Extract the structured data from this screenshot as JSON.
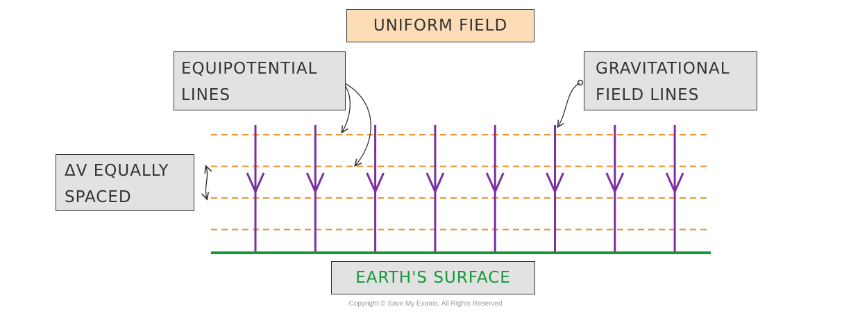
{
  "title": "UNIFORM FIELD",
  "labels": {
    "equipotential": [
      "EQUIPOTENTIAL",
      "LINES"
    ],
    "gravitational": [
      "GRAVITATIONAL",
      "FIELD LINES"
    ],
    "spacing": [
      "ΔV EQUALLY",
      "SPACED"
    ],
    "surface": "EARTH'S SURFACE"
  },
  "copyright": "Copyright © Save My Exams. All Rights Reserved",
  "diagram": {
    "field_line_count": 8,
    "equipotential_line_count": 4,
    "field_direction": "down",
    "colors": {
      "field_lines": "#7b2fa1",
      "equipotential_lines": "#f0932b",
      "surface": "#16973a",
      "title_box": "#fcdcb6",
      "label_boxes": "#e2e2e2",
      "text": "#333333"
    }
  }
}
